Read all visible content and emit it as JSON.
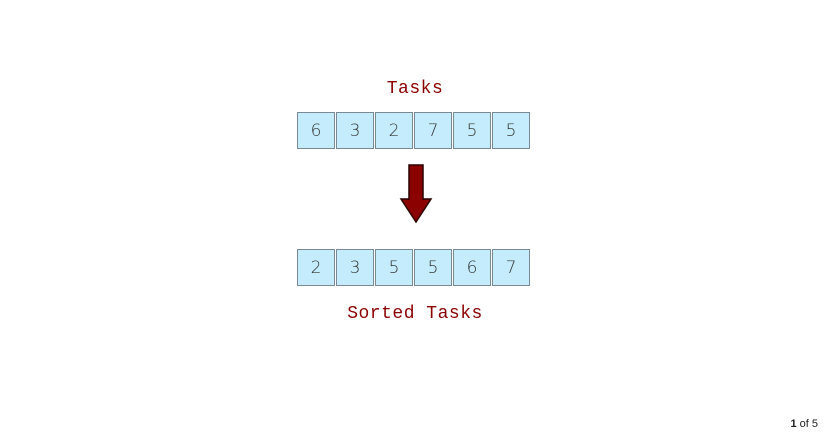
{
  "tasks": {
    "title": "Tasks",
    "values": [
      "6",
      "3",
      "2",
      "7",
      "5",
      "5"
    ]
  },
  "sorted": {
    "title": "Sorted Tasks",
    "values": [
      "2",
      "3",
      "5",
      "5",
      "6",
      "7"
    ]
  },
  "arrow": {
    "icon": "down-arrow-icon",
    "color": "#8b0000"
  },
  "pager": {
    "current": "1",
    "separator": "of",
    "total": "5"
  },
  "colors": {
    "title": "#8b0000",
    "cell_fill": "#c4ecfc",
    "cell_border": "#7a8a94"
  }
}
